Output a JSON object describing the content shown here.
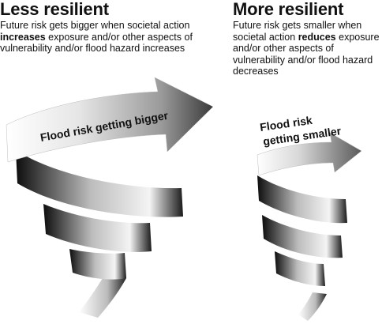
{
  "left_panel": {
    "title": "Less resilient",
    "desc_before": "Future risk gets bigger when societal action ",
    "desc_bold": "increases",
    "desc_after": " exposure and/or other aspects of vulnerability and/or flood hazard increases",
    "arrow_label": "Flood risk getting bigger"
  },
  "right_panel": {
    "title": "More resilient",
    "desc_before": "Future risk gets smaller when societal action ",
    "desc_bold": "reduces",
    "desc_after": " exposure and/or other aspects of vulnerability and/or flood hazard decreases",
    "arrow_label_line1": "Flood risk",
    "arrow_label_line2": "getting smaller"
  },
  "colors": {
    "spiral_dark": "#1a1a1a",
    "spiral_light": "#ffffff",
    "text": "#111111"
  }
}
